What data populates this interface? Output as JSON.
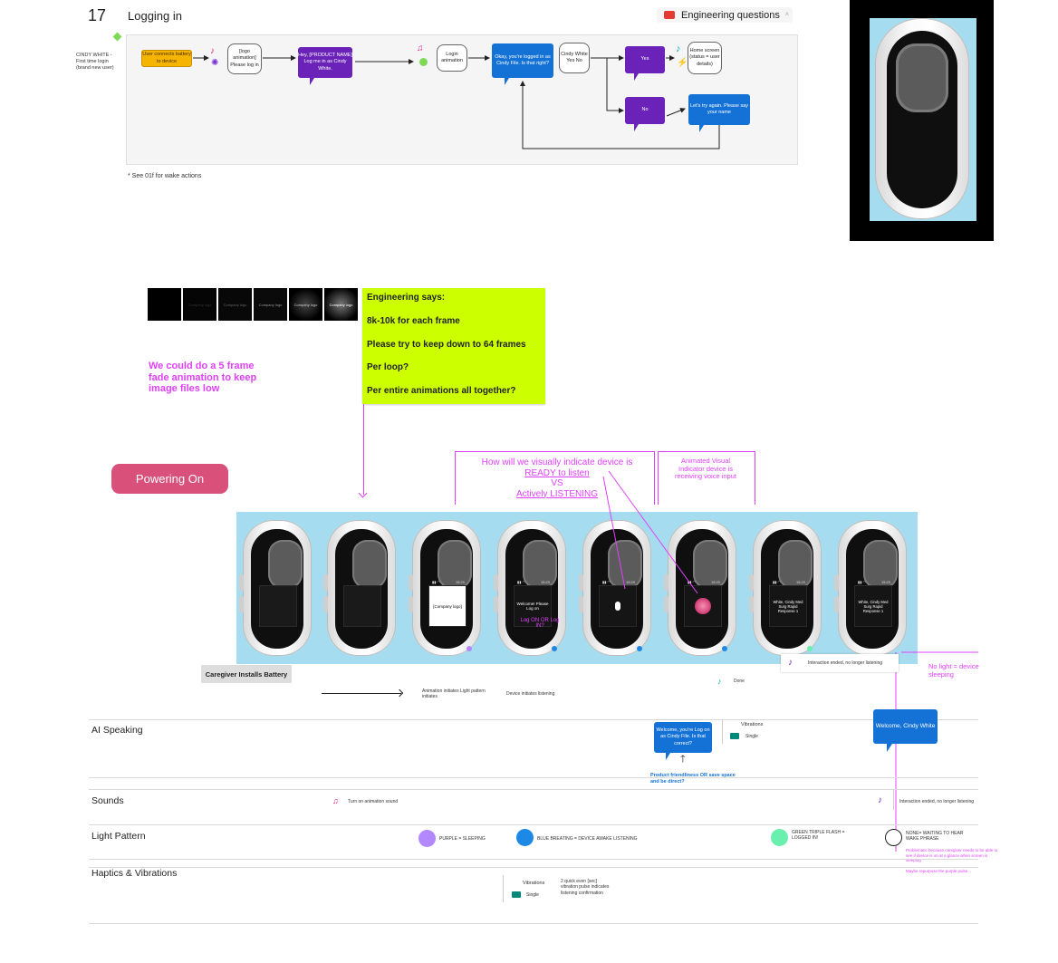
{
  "header": {
    "step_number": "17",
    "title": "Logging in",
    "eng_questions": "Engineering questions"
  },
  "persona": "CINDY WHITE - First time login (brand new user)",
  "flow": {
    "connect": "User connects battery to device",
    "logo_anim": "[logo animation] Please log in",
    "hey": "Hey, [PRODUCT NAME] Log me in as Cindy White.",
    "login_anim": "Login animation",
    "okay": "Okay, you're logged in as Cindy File. Is that right?",
    "cindy_yes_no": "Cindy White Yes No",
    "yes": "Yes",
    "no": "No",
    "home": "Home screen (status = user details)",
    "retry": "Let's try again. Please say your name"
  },
  "footnote": "* See 01f for wake actions",
  "engineering_note": {
    "title": "Engineering says:",
    "lines": [
      "8k-10k for each frame",
      "Please try to keep down to 64 frames",
      "Per loop?",
      "Per entire animations all together?"
    ]
  },
  "fade_note": "We could do a 5 frame fade animation to keep image files low",
  "fade_frames": [
    "",
    "Company logo",
    "Company logo",
    "Company logo",
    "Company logo",
    "Company logo"
  ],
  "powering_on": "Powering On",
  "ready_question": {
    "line1": "How will we visually indicate device is",
    "line2": "READY to listen",
    "line3": "VS",
    "line4": "Actively LISTENING"
  },
  "animated_indicator": "Animated Visual Indicator device is receiving voice input",
  "devices": [
    {
      "screen": "",
      "dot": ""
    },
    {
      "screen": "",
      "dot": ""
    },
    {
      "screen": "[Company logo]",
      "dot": "#b388ff"
    },
    {
      "screen": "Welcome! Please Log on",
      "dot": "#1e88e5"
    },
    {
      "screen": "mic",
      "dot": "#1e88e5"
    },
    {
      "screen": "listening",
      "dot": "#1e88e5"
    },
    {
      "screen": "White, Cindy Med Surg Rapid Response 1",
      "dot": "#69f0ae"
    },
    {
      "screen": "White, Cindy Med Surg Rapid Response 1",
      "dot": ""
    }
  ],
  "status_time": "15:20",
  "log_on_question": "Log ON OR Log IN?",
  "caregiver_installs": "Caregiver Installs Battery",
  "anim_initiates": "Animation initiates Light pattern initiates",
  "device_listening": "Device initiates listening",
  "done": "Done",
  "interaction_ended": "Interaction ended, no longer listening",
  "no_light": "No light = device sleeping",
  "rows": {
    "ai_speaking": "AI Speaking",
    "sounds": "Sounds",
    "light_pattern": "Light Pattern",
    "haptics": "Haptics & Vibrations"
  },
  "ai_bubble": "Welcome, you're Log on as Cindy File. Is that correct?",
  "product_friendliness": "Product friendliness OR save space and be direct?",
  "vibrations_label": "Vibrations",
  "single": "Single",
  "welcome_cindy": "Welcome, Cindy White",
  "anim_sound": "Turn on animation sound",
  "lights": {
    "purple": "PURPLE = SLEEPING",
    "blue": "BLUE BREATING = DEVICE AWAKE LISTENING",
    "green": "GREEN TRIPLE FLASH = LOGGED IN!",
    "none": "NONE= WAITING TO HEAR WAKE PHRASE",
    "problematic": "Problematic because caregiver needs to be able to see if device is on at a glance when screen is sleeping",
    "maybe": "Maybe repurpose the purple pulse..."
  },
  "haptic_desc": "2 quick even [sec] vibration pulse indicates listening confirmation",
  "colors": {
    "purple_bubble": "#6a22b8",
    "blue_bubble": "#1472d6",
    "magenta": "#e040fb",
    "lime": "#ccff00",
    "powering_on": "#d9507a",
    "strip_bg": "#a6dcef"
  }
}
